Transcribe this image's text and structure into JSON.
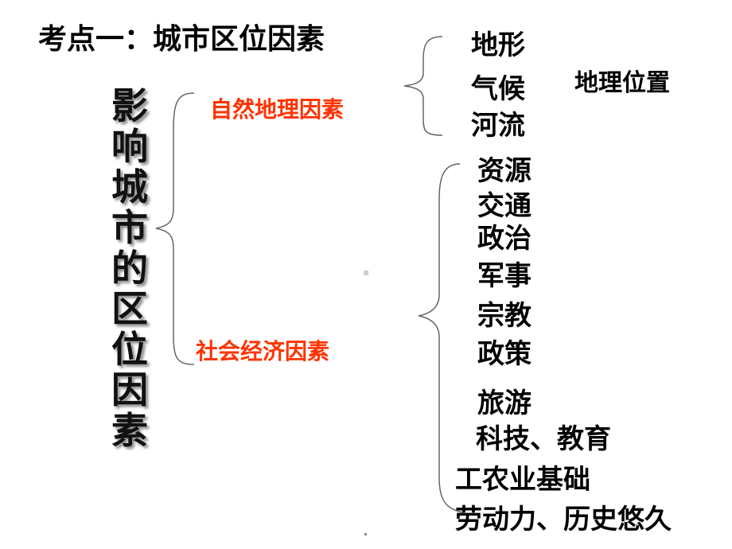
{
  "title": "考点一：城市区位因素",
  "vertical_label": "影响城市的区位因素",
  "categories": {
    "natural": "自然地理因素",
    "social": "社会经济因素"
  },
  "natural_factors": [
    "地形",
    "气候",
    "河流"
  ],
  "natural_note": "地理位置",
  "social_factors": [
    "资源",
    "交通",
    "政治",
    "军事",
    "宗教",
    "政策",
    "旅游",
    "科技、教育",
    "工农业基础",
    "劳动力、历史悠久"
  ],
  "colors": {
    "category": "#ff3300",
    "text": "#000000"
  }
}
